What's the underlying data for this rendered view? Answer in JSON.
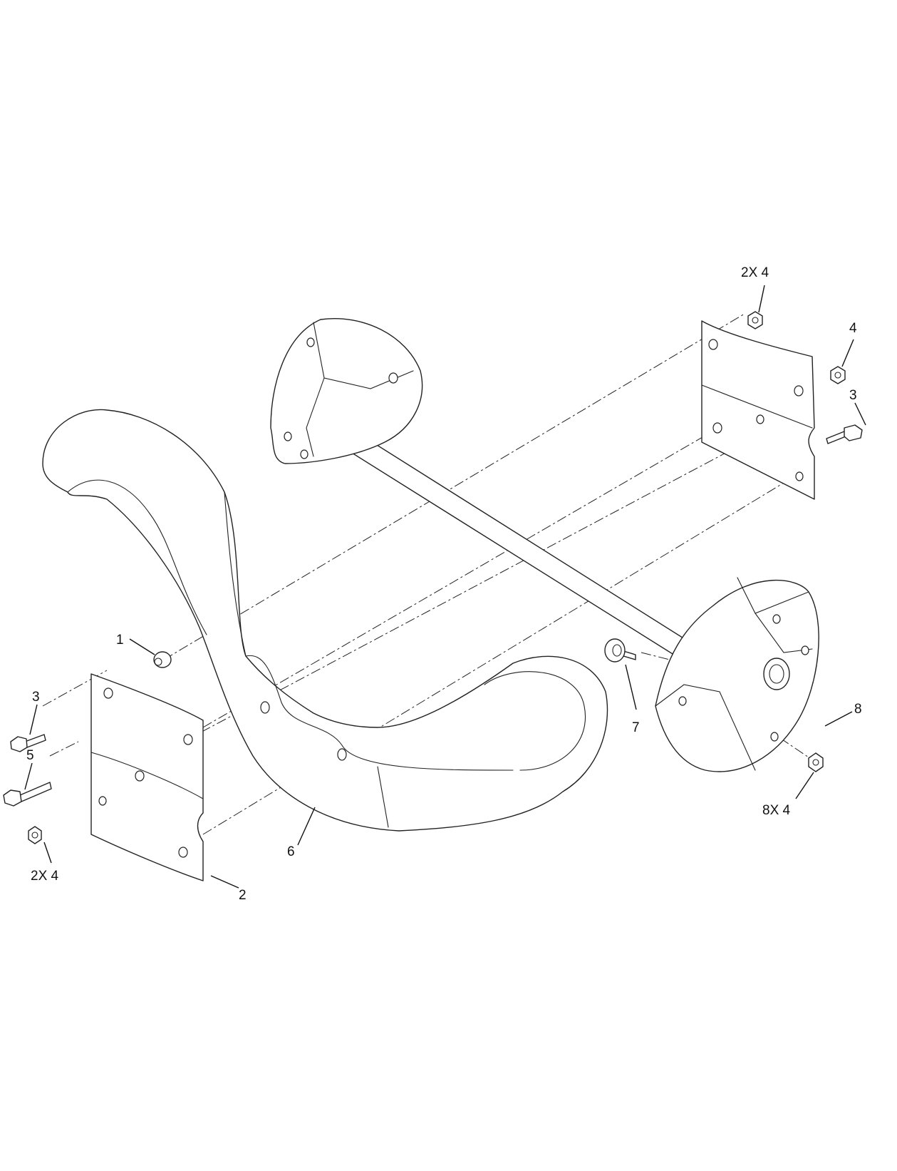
{
  "callouts": {
    "c1": "1",
    "c2": "2",
    "c3_left": "3",
    "c3_right": "3",
    "c4_top_right": "4",
    "c2x4_top": "2X 4",
    "c2x4_bottom": "2X 4",
    "c5": "5",
    "c6": "6",
    "c7": "7",
    "c8": "8",
    "c8x4": "8X 4"
  }
}
